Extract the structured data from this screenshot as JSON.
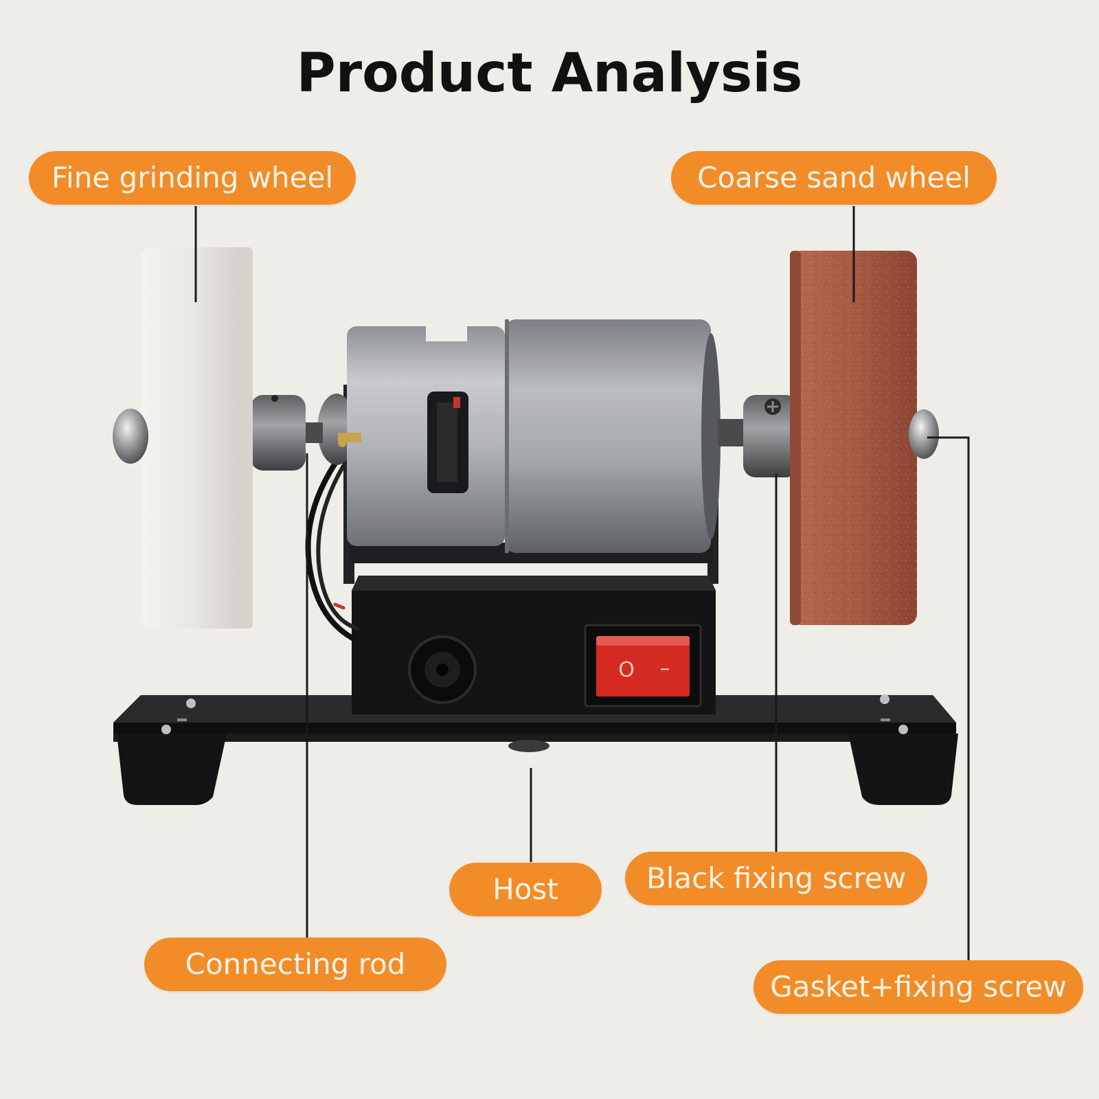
{
  "title": "Product Analysis",
  "labels": {
    "fine_wheel": "Fine grinding wheel",
    "coarse_wheel": "Coarse sand wheel",
    "host": "Host",
    "black_screw": "Black fixing screw",
    "connecting_rod": "Connecting rod",
    "gasket_screw": "Gasket+fixing screw"
  },
  "switch": {
    "on_symbol": "O",
    "off_symbol": "–"
  },
  "colors": {
    "accent": "#f28c28",
    "background": "#efede8",
    "fine_wheel": "#e6e4df",
    "coarse_wheel": "#a85a44",
    "switch": "#d42a22"
  }
}
